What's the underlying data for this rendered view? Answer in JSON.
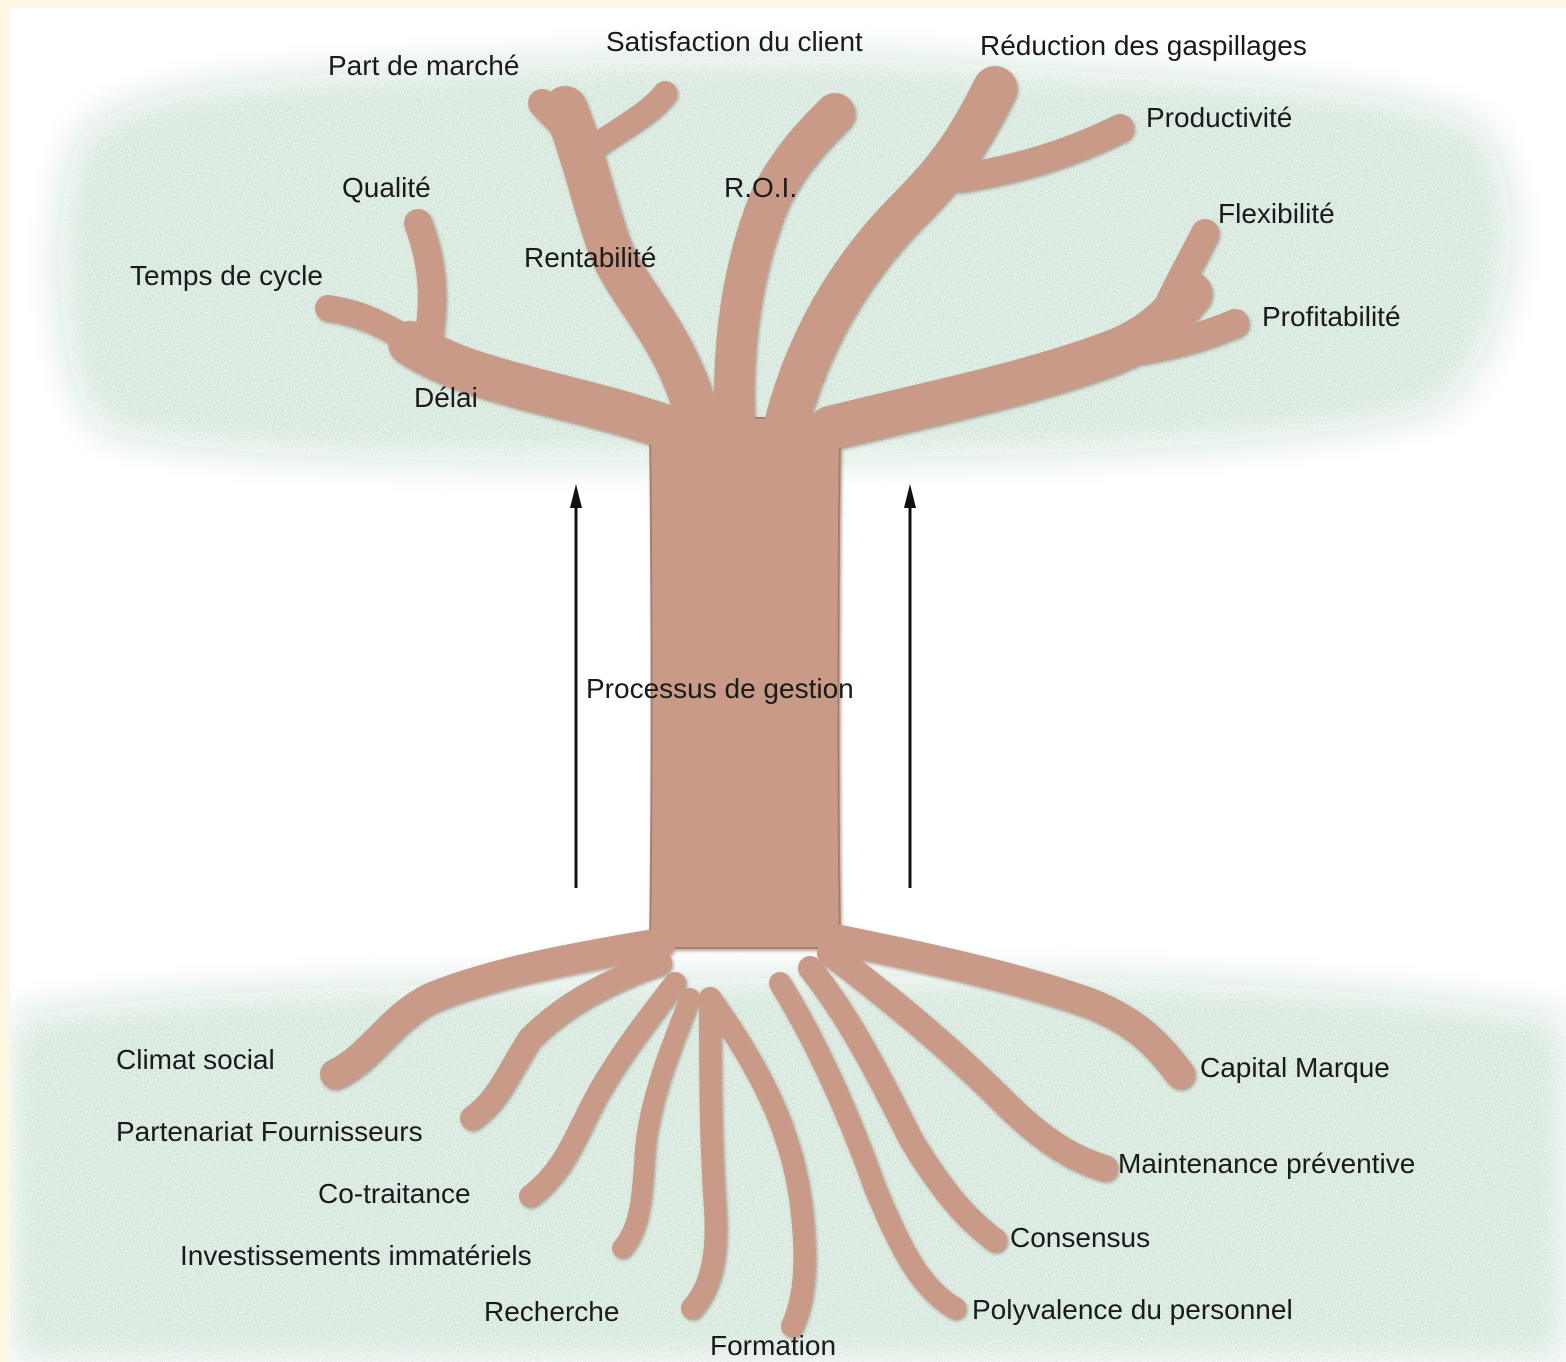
{
  "colors": {
    "frame": "#fdf6e3",
    "foliage": "#cfe3d6",
    "wood": "#c99a87",
    "wood_dark": "#a97e6c",
    "text": "#1a1a1a"
  },
  "canopy_labels": {
    "part_de_marche": "Part de marché",
    "satisfaction_du_client": "Satisfaction du client",
    "reduction_des_gaspillages": "Réduction des gaspillages",
    "productivite": "Productivité",
    "qualite": "Qualité",
    "roi": "R.O.I.",
    "flexibilite": "Flexibilité",
    "temps_de_cycle": "Temps de cycle",
    "rentabilite": "Rentabilité",
    "profitabilite": "Profitabilité",
    "delai": "Délai"
  },
  "trunk_label": "Processus de gestion",
  "root_labels": {
    "climat_social": "Climat social",
    "partenariat_fournisseurs": "Partenariat Fournisseurs",
    "co_traitance": "Co-traitance",
    "investissements_immateriels": "Investissements immatériels",
    "recherche": "Recherche",
    "formation": "Formation",
    "capital_marque": "Capital Marque",
    "maintenance_preventive": "Maintenance préventive",
    "consensus": "Consensus",
    "polyvalence_du_personnel": "Polyvalence du personnel"
  }
}
